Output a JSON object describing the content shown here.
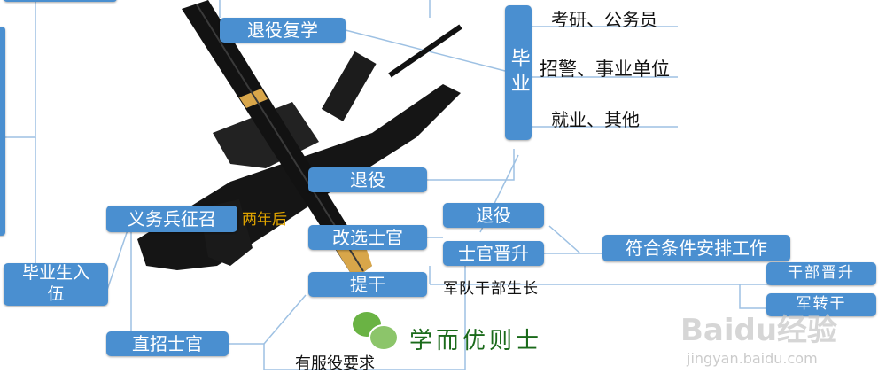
{
  "nodes": {
    "tuiyi_fuxue": "退役复学",
    "biye": "毕业",
    "tuiyi_top": "退役",
    "yiwubing": "义务兵征召",
    "gaixuan": "改选士官",
    "tuiyi_mid": "退役",
    "shiguan_jinsheng": "士官晋升",
    "fuhe": "符合条件安排工作",
    "tigan": "提干",
    "ganbu_jinsheng": "干部晋升",
    "junzhuangan": "军转干",
    "biyesheng": "毕业生入伍",
    "zhizhao": "直招士官"
  },
  "labels": {
    "kaoyan": "考研、公务员",
    "zhaojing": "招警、事业单位",
    "jiuye": "就业、其他",
    "liangnian": "两年后",
    "jundui": "军队干部生长",
    "youfuyi": "有服役要求"
  },
  "logo": {
    "text": "学而优则士"
  },
  "watermark": {
    "brand": "Baidu经验",
    "url": "jingyan.baidu.com"
  },
  "colors": {
    "node": "#4a8fd0",
    "line": "#9ec1e3",
    "accent": "#e0a400"
  }
}
